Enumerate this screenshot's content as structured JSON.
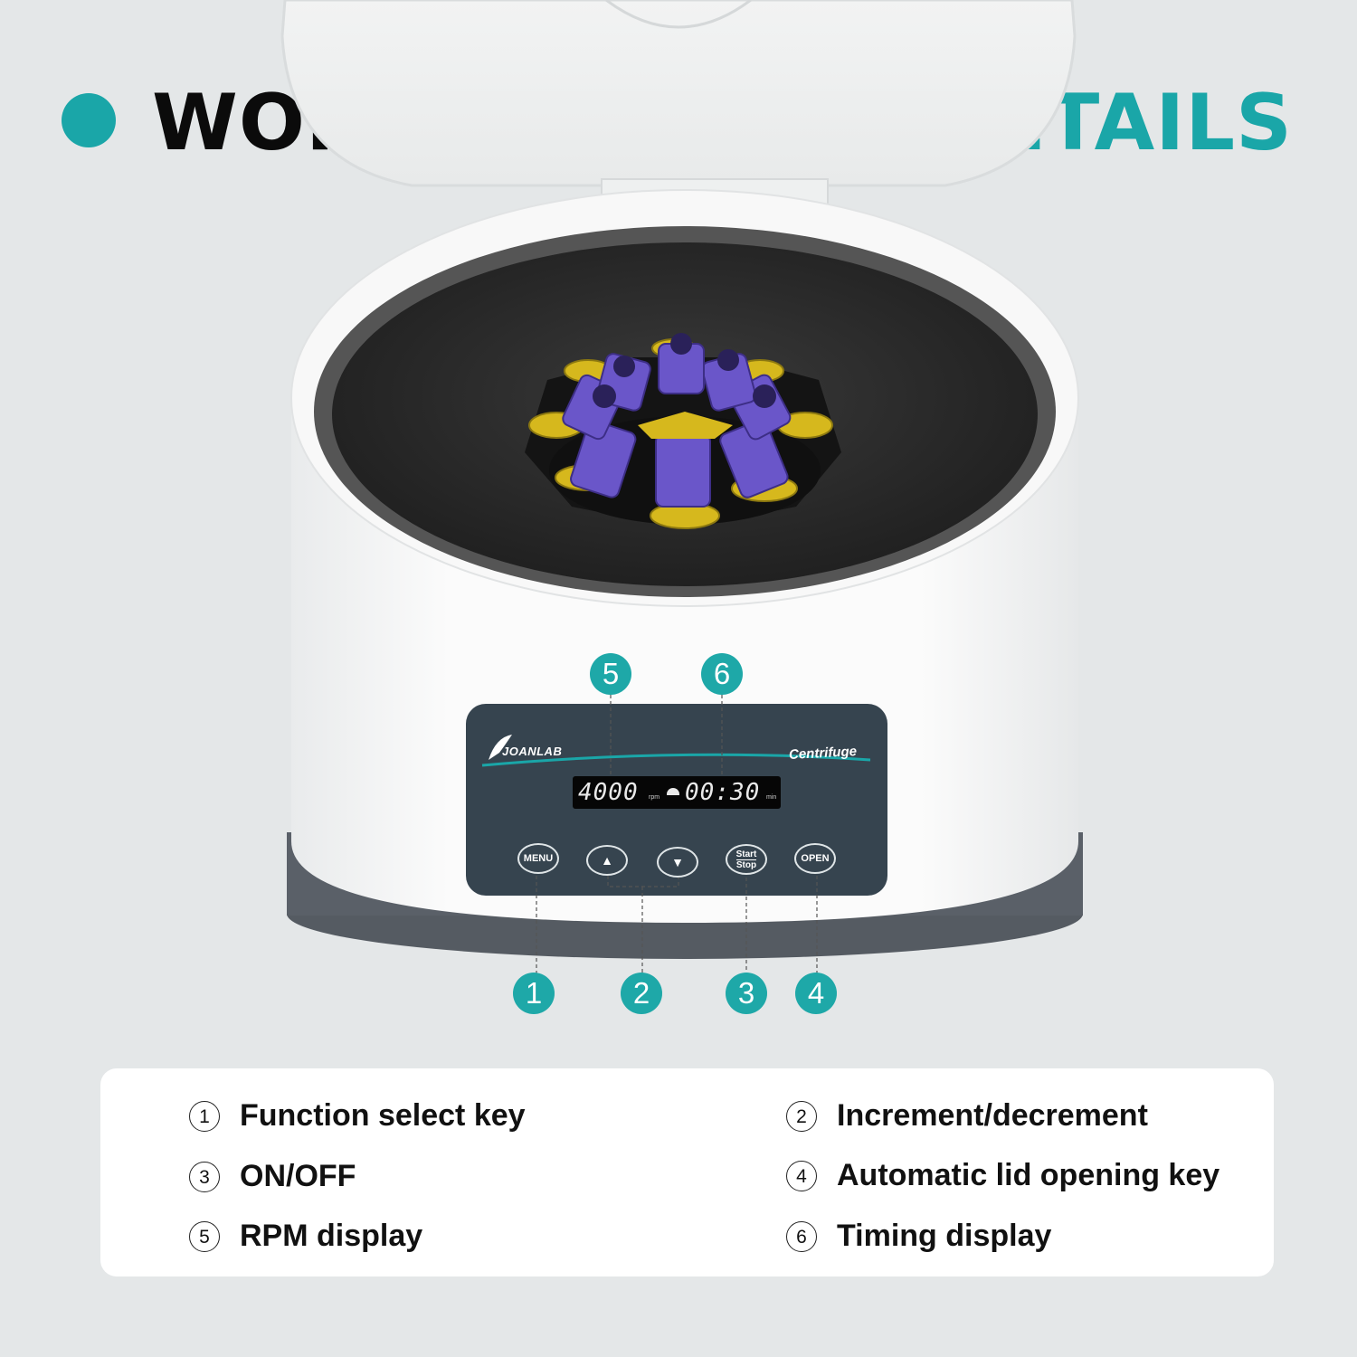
{
  "header": {
    "title_dark": "WORKING PANEL",
    "title_accent": "DETAILS",
    "accent_color": "#1aa6a8"
  },
  "device": {
    "brand": "JOANLAB",
    "product": "Centrifuge",
    "display": {
      "rpm_value": "4000",
      "rpm_unit": "rpm",
      "time_value": "00:30",
      "time_unit": "min"
    },
    "keys": {
      "menu": "MENU",
      "up": "▲",
      "down": "▼",
      "start": "Start",
      "stop": "Stop",
      "open": "OPEN"
    }
  },
  "callouts": [
    "1",
    "2",
    "3",
    "4",
    "5",
    "6"
  ],
  "legend": [
    {
      "num": "1",
      "label": "Function select key"
    },
    {
      "num": "2",
      "label": "Increment/decrement"
    },
    {
      "num": "3",
      "label": "ON/OFF"
    },
    {
      "num": "4",
      "label": "Automatic lid opening key"
    },
    {
      "num": "5",
      "label": "RPM display"
    },
    {
      "num": "6",
      "label": "Timing display"
    }
  ]
}
